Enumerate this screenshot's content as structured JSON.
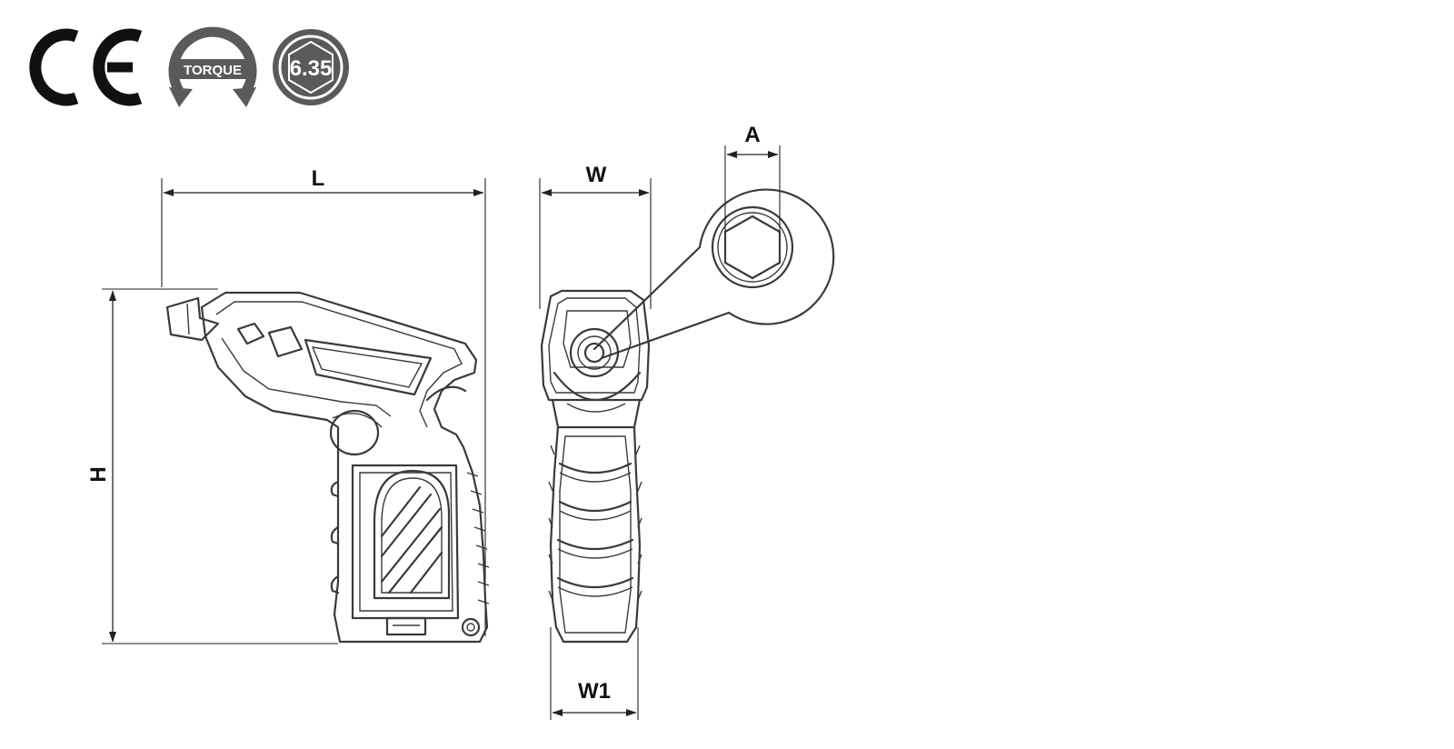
{
  "certifications": {
    "ce_mark": "CE",
    "torque_badge": "TORQUE",
    "hex_badge": "6.35",
    "colors": {
      "badge_fill": "#5a5a5a",
      "mark_color": "#111111"
    }
  },
  "dimensions": {
    "length": "L",
    "height": "H",
    "width": "W",
    "width_base": "W1",
    "hex_size": "A"
  },
  "icons": [
    "ce-mark-icon",
    "torque-icon",
    "hex-bit-icon",
    "screwdriver-side-view",
    "screwdriver-front-view",
    "hex-socket-detail"
  ]
}
